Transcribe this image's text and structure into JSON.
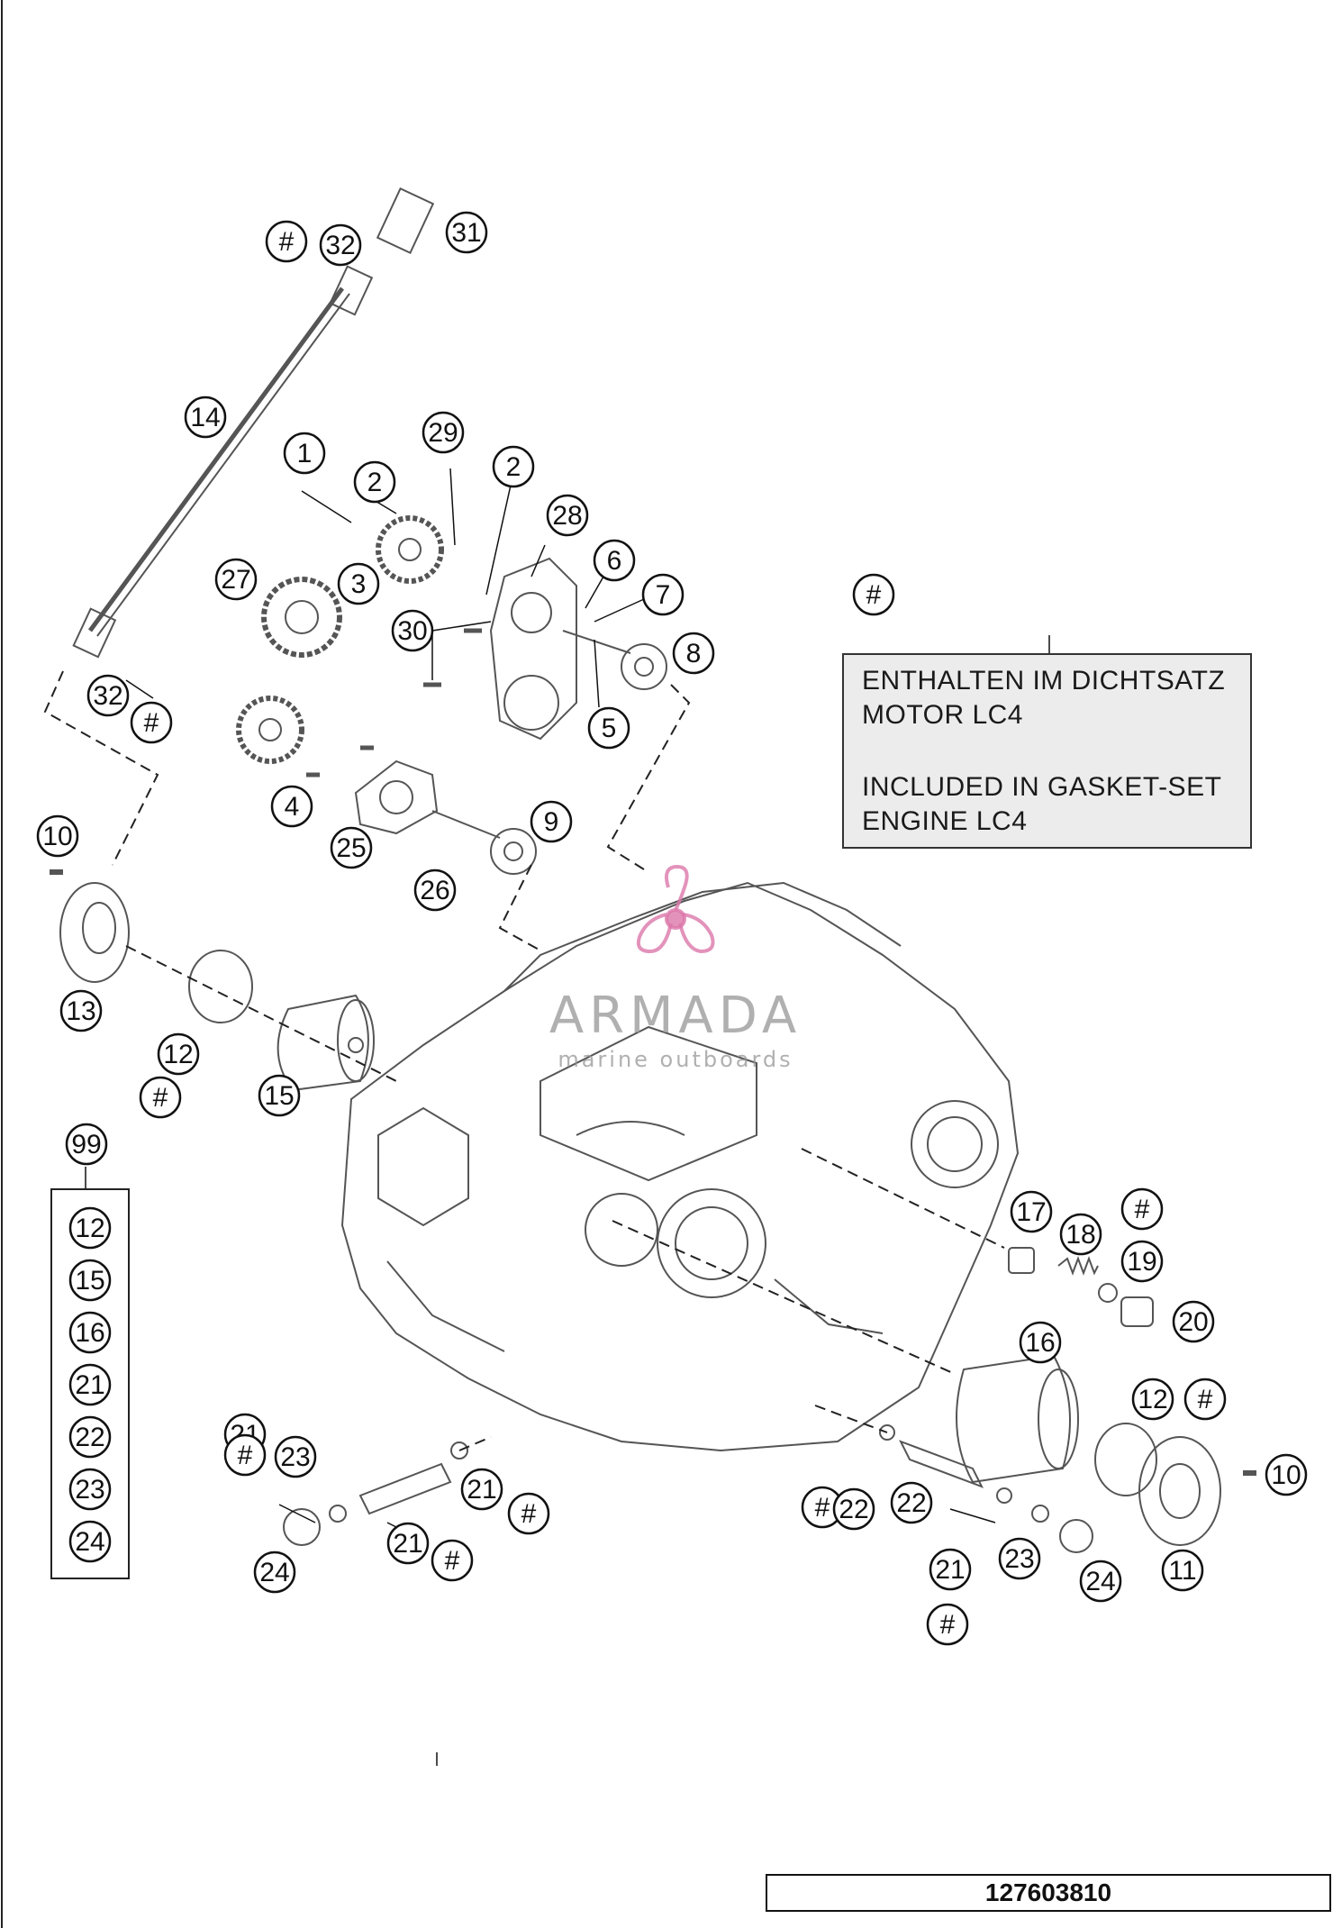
{
  "callouts": [
    {
      "label": "#"
    },
    {
      "label": "32"
    },
    {
      "label": "31"
    },
    {
      "label": "14"
    },
    {
      "label": "1"
    },
    {
      "label": "2"
    },
    {
      "label": "29"
    },
    {
      "label": "2"
    },
    {
      "label": "28"
    },
    {
      "label": "27"
    },
    {
      "label": "3"
    },
    {
      "label": "6"
    },
    {
      "label": "7"
    },
    {
      "label": "30"
    },
    {
      "label": "8"
    },
    {
      "label": "5"
    },
    {
      "label": "32"
    },
    {
      "label": "#"
    },
    {
      "label": "4"
    },
    {
      "label": "25"
    },
    {
      "label": "9"
    },
    {
      "label": "26"
    },
    {
      "label": "10"
    },
    {
      "label": "13"
    },
    {
      "label": "12"
    },
    {
      "label": "#"
    },
    {
      "label": "15"
    },
    {
      "label": "#"
    },
    {
      "label": "99"
    },
    {
      "label": "17"
    },
    {
      "label": "18"
    },
    {
      "label": "#"
    },
    {
      "label": "19"
    },
    {
      "label": "20"
    },
    {
      "label": "16"
    },
    {
      "label": "12"
    },
    {
      "label": "#"
    },
    {
      "label": "10"
    },
    {
      "label": "11"
    },
    {
      "label": "21"
    },
    {
      "label": "#"
    },
    {
      "label": "22"
    },
    {
      "label": "21"
    },
    {
      "label": "23"
    },
    {
      "label": "24"
    },
    {
      "label": "#"
    },
    {
      "label": "#"
    },
    {
      "label": "23"
    },
    {
      "label": "22"
    },
    {
      "label": "21"
    },
    {
      "label": "#"
    },
    {
      "label": "21"
    },
    {
      "label": "#"
    },
    {
      "label": "24"
    }
  ],
  "kit_list": [
    "12",
    "15",
    "16",
    "21",
    "22",
    "23",
    "24"
  ],
  "note": {
    "line1": "ENTHALTEN IM DICHTSATZ",
    "line2": "MOTOR LC4",
    "line3": "INCLUDED IN GASKET-SET",
    "line4": "ENGINE LC4"
  },
  "watermark": {
    "brand": "ARMADA",
    "tagline": "marine outboards"
  },
  "part_number": "127603810"
}
